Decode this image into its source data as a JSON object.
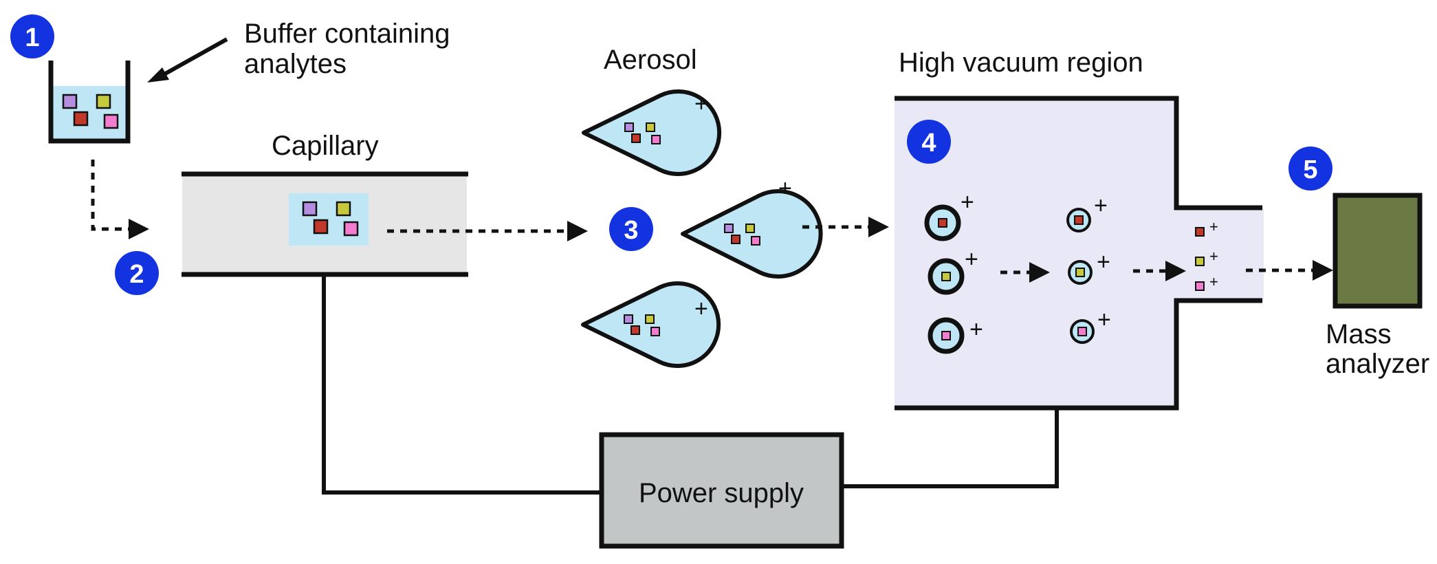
{
  "labels": {
    "buffer_line1": "Buffer containing",
    "buffer_line2": "analytes",
    "capillary": "Capillary",
    "aerosol": "Aerosol",
    "high_vacuum": "High vacuum region",
    "power_supply": "Power supply",
    "mass_line1": "Mass",
    "mass_line2": "analyzer"
  },
  "steps": [
    "1",
    "2",
    "3",
    "4",
    "5"
  ],
  "charge_symbol": "+",
  "colors": {
    "step_badge": "#1433e0",
    "liquid": "#bfe6f5",
    "capillary_fill": "#e6e6e6",
    "vacuum_fill": "#e9e8f7",
    "power_supply_fill": "#c3c6c6",
    "mass_analyzer_fill": "#6b7a44",
    "analyte_purple": "#b58ee0",
    "analyte_red": "#c0392b",
    "analyte_olive": "#c7c93c",
    "analyte_pink": "#f27ccd"
  }
}
